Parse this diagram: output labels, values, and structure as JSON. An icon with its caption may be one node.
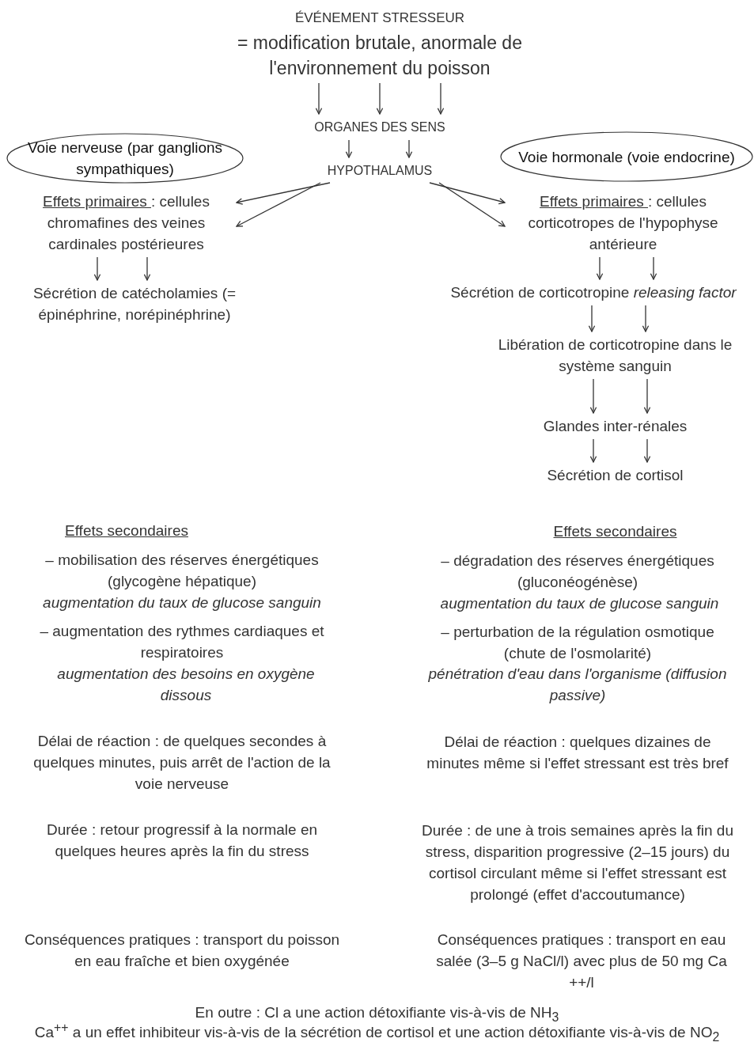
{
  "diagram": {
    "nodes": [
      {
        "text": [
          "ÉVÉNEMENT STRESSEUR",
          "= modification brutale, anormale de l'environnement du poisson"
        ]
      },
      {
        "text": [
          "ORGANES DES SENS"
        ]
      },
      {
        "text": [
          "HYPOTHALAMUS"
        ]
      },
      {
        "text": [
          "Voie nerveuse (par ganglions sympathiques)"
        ]
      },
      {
        "text": [
          "Voie hormonale (voie endocrine)"
        ]
      },
      {
        "text": [
          "Effets primaires",
          ": cellules chromafines des veines cardinales postérieures"
        ]
      },
      {
        "text": [
          "Sécrétion de catécholamies (= épinéphrine, norépinéphrine)"
        ]
      },
      {
        "text": [
          "Effets primaires",
          ": cellules corticotropes de l'hypophyse antérieure"
        ]
      },
      {
        "text": [
          "Sécrétion de corticotropine *releasing factor*"
        ]
      },
      {
        "text": [
          "Libération de corticotropine dans le système sanguin"
        ]
      },
      {
        "text": [
          "Glandes inter-rénales"
        ]
      },
      {
        "text": [
          "Sécrétion de cortisol"
        ]
      }
    ],
    "edges": [
      {
        "from": 0,
        "to": 1,
        "arrow": "to"
      },
      {
        "from": 0,
        "to": 1,
        "arrow": "to"
      },
      {
        "from": 0,
        "to": 1,
        "arrow": "to"
      },
      {
        "from": 1,
        "to": 2,
        "arrow": "to"
      },
      {
        "from": 1,
        "to": 2,
        "arrow": "to"
      },
      {
        "from": 2,
        "to": 5,
        "arrow": "to"
      },
      {
        "from": 2,
        "to": 5,
        "arrow": "to"
      },
      {
        "from": 2,
        "to": 7,
        "arrow": "to"
      },
      {
        "from": 2,
        "to": 7,
        "arrow": "to"
      },
      {
        "from": 5,
        "to": 6,
        "arrow": "to"
      },
      {
        "from": 5,
        "to": 6,
        "arrow": "to"
      },
      {
        "from": 7,
        "to": 8,
        "arrow": "to"
      },
      {
        "from": 7,
        "to": 8,
        "arrow": "to"
      },
      {
        "from": 8,
        "to": 9,
        "arrow": "to"
      },
      {
        "from": 8,
        "to": 9,
        "arrow": "to"
      },
      {
        "from": 9,
        "to": 10,
        "arrow": "to"
      },
      {
        "from": 9,
        "to": 10,
        "arrow": "to"
      },
      {
        "from": 10,
        "to": 11,
        "arrow": "to"
      },
      {
        "from": 10,
        "to": 11,
        "arrow": "to"
      }
    ],
    "labels": [
      "Effets secondaires",
      "Effets secondaires",
      "– mobilisation des réserves énergétiques (glycogène hépatique)",
      "– dégradation des réserves énergétiques (gluconéogénèse)",
      "augmentation du taux de glucose sanguin",
      "augmentation du taux de glucose sanguin",
      "– augmentation des rythmes cardiaques et respiratoires",
      "– perturbation de la régulation osmotique (chute de l'osmolarité)",
      "augmentation des besoins en oxygène dissous",
      "pénétration d'eau dans l'organisme (diffusion passive)",
      "Délai de réaction : de quelques secondes à quelques minutes, puis arrêt de l'action de la voie nerveuse",
      "Délai de réaction : quelques dizaines de minutes même si l'effet stressant est très bref",
      "Durée : retour progressif à la normale en quelques heures après la fin du stress",
      "Durée : de une à trois semaines après la fin du stress, disparition progressive (2–15 jours) du cortisol circulant même si l'effet stressant est prolongé (effet d'accoutumance)",
      "Conséquences pratiques : transport du poisson en eau fraîche et bien oxygénée",
      "Conséquences pratiques : transport en eau salée (3–5 g NaCl/l) avec plus de 50 mg Ca ++/l",
      "En outre : Cl a une action détoxifiante vis-à-vis de NH$_{3}$",
      "Ca$^{++}$ a un effet inhibiteur vis-à-vis de la sécrétion de cortisol et une action détoxifiante vis-à-vis de NO$_{2}$"
    ]
  }
}
